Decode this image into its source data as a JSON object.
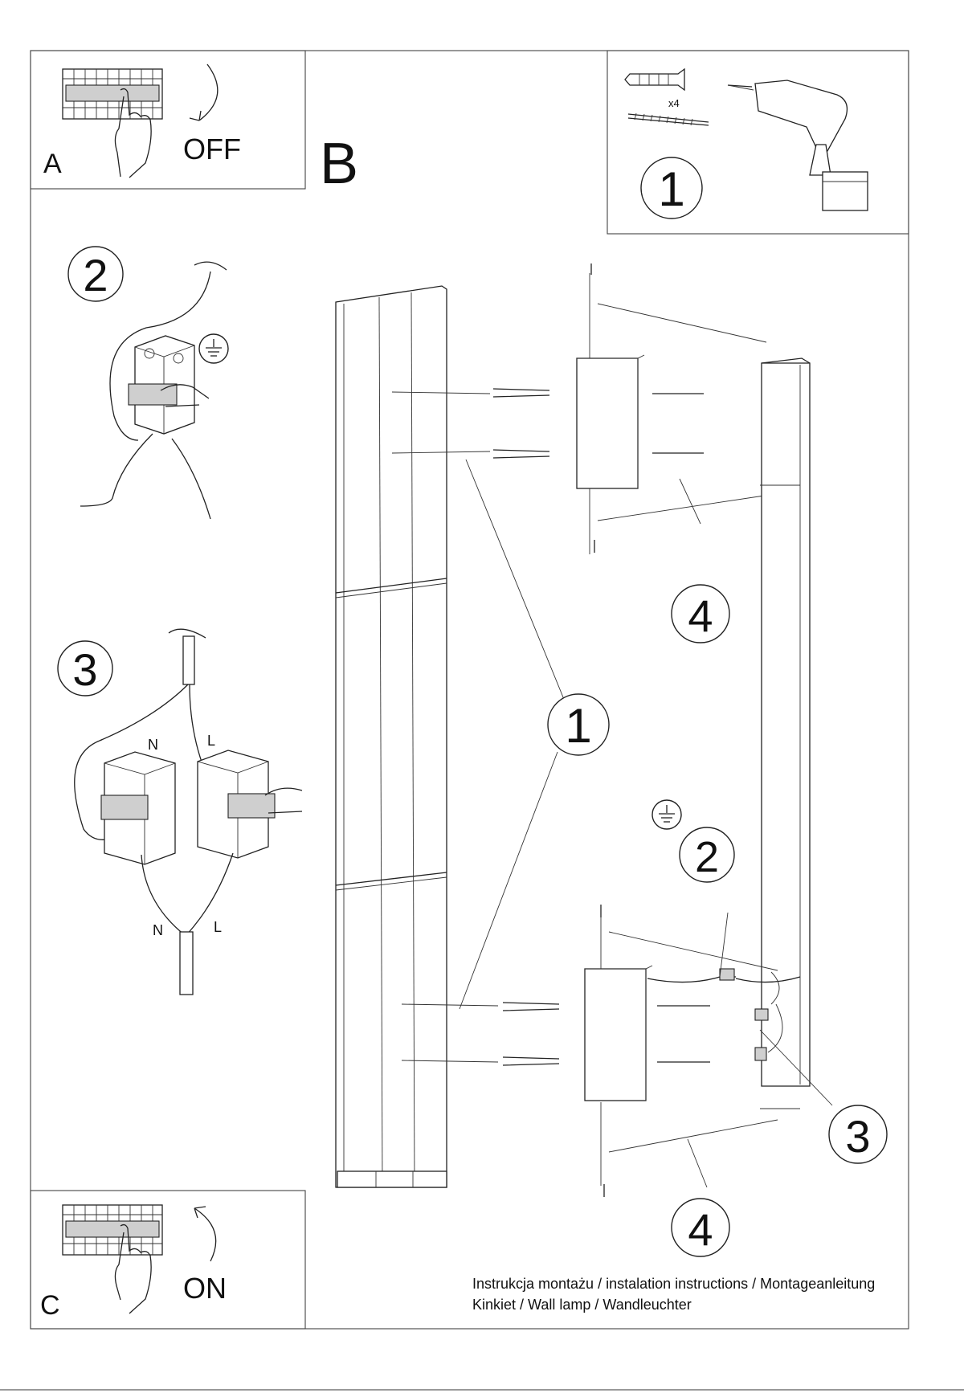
{
  "panels": {
    "a": {
      "letter": "A",
      "label": "OFF"
    },
    "b": {
      "letter": "B"
    },
    "c": {
      "letter": "C",
      "label": "ON"
    }
  },
  "tools": {
    "step": "1",
    "quantity": "x4"
  },
  "steps": {
    "step2": "2",
    "step3": "3",
    "n_label": "N",
    "l_label": "L"
  },
  "assembly": {
    "callout_1": "1",
    "callout_2": "2",
    "callout_3": "3",
    "callout_4_top": "4",
    "callout_4_bottom": "4"
  },
  "footer": {
    "line1": "Instrukcja montażu / instalation instructions / Montageanleitung",
    "line2": "Kinkiet / Wall lamp / Wandleuchter"
  },
  "icons": [
    "breaker-icon",
    "hand-icon",
    "arrow-down-icon",
    "arrow-up-icon",
    "drill-icon",
    "wall-plug-icon",
    "screw-icon",
    "ground-icon",
    "terminal-block-icon"
  ]
}
